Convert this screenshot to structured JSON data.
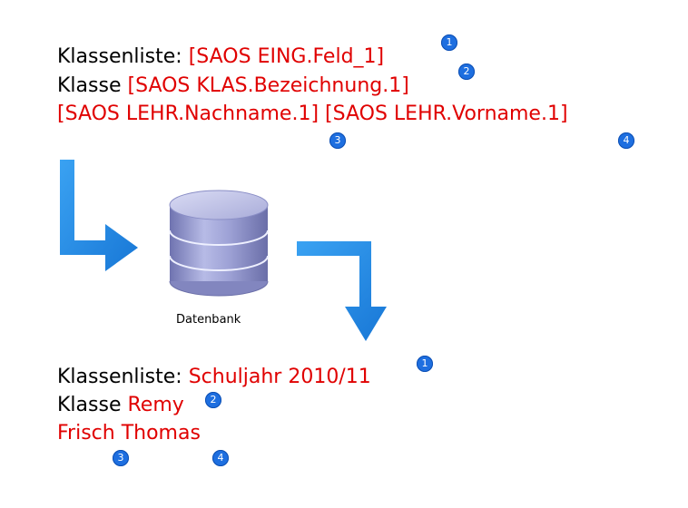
{
  "template": {
    "line1": {
      "prefix": "Klassenliste: ",
      "field": "[SAOS EING.Feld_1]"
    },
    "line2": {
      "prefix": "Klasse ",
      "field": "[SAOS KLAS.Bezeichnung.1]"
    },
    "line3": {
      "field_a": "[SAOS LEHR.Nachname.1]",
      "field_b": "[SAOS LEHR.Vorname.1]"
    }
  },
  "database": {
    "label": "Datenbank"
  },
  "result": {
    "line1": {
      "prefix": "Klassenliste: ",
      "value": "Schuljahr 2010/11"
    },
    "line2": {
      "prefix": "Klasse ",
      "value": "Remy"
    },
    "line3": {
      "value": "Frisch Thomas"
    }
  },
  "badges": {
    "b1": "1",
    "b2": "2",
    "b3": "3",
    "b4": "4"
  },
  "colors": {
    "field": "#e00000",
    "arrow": "#1e8be6",
    "badge": "#1e6fe0"
  }
}
